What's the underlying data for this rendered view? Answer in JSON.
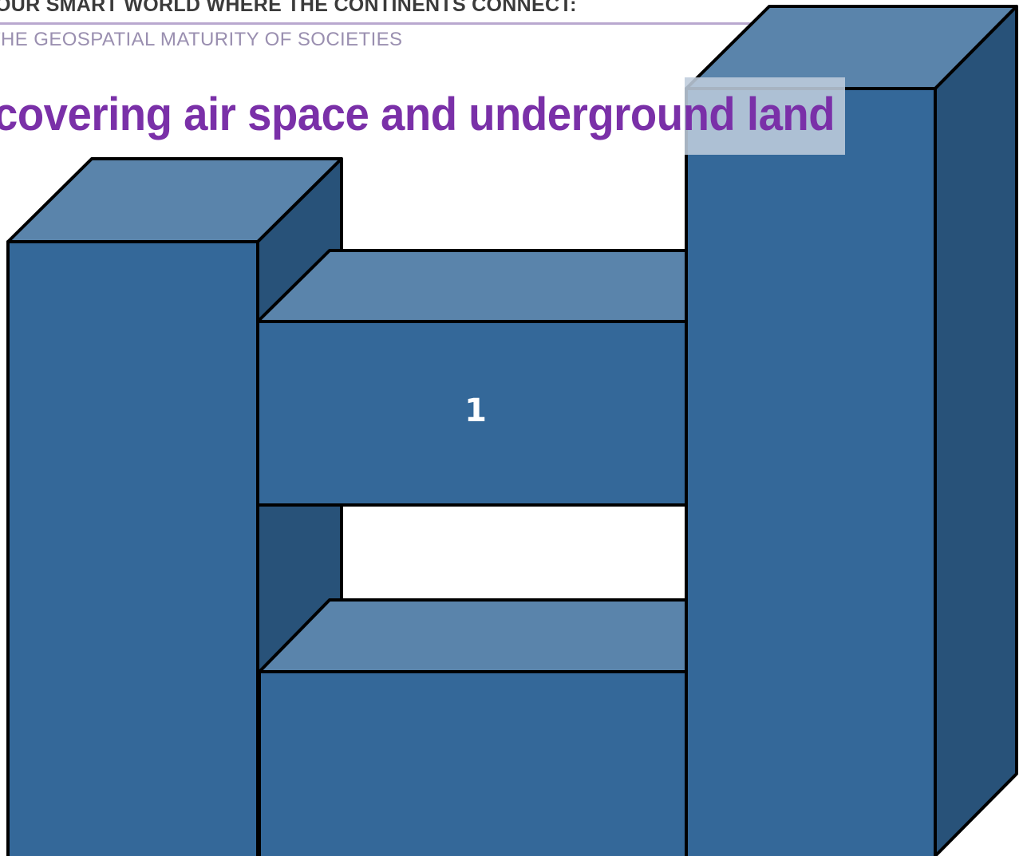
{
  "header": {
    "line1": "OUR SMART WORLD WHERE THE CONTINENTS CONNECT:",
    "line2": "THE GEOSPATIAL MATURITY OF SOCIETIES"
  },
  "title": "covering air space and underground land",
  "diagram": {
    "middle_block_label": "1",
    "colors": {
      "front": "#346899",
      "top": "#5a84ab",
      "side": "#285279",
      "outline": "#000000",
      "title": "#7a30a8"
    }
  }
}
